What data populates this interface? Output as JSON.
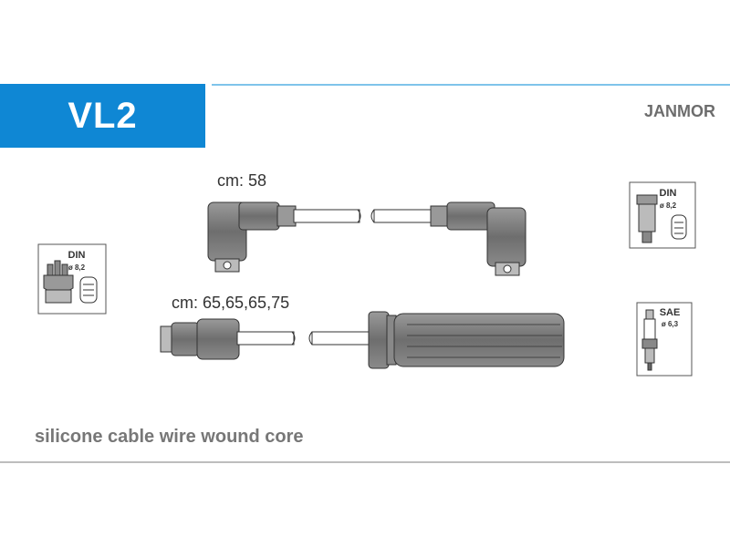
{
  "header": {
    "code": "VL2",
    "brand": "JANMOR"
  },
  "wires": {
    "top_length": "cm: 58",
    "bottom_length": "cm: 65,65,65,75"
  },
  "connectors": {
    "left_din": {
      "label": "DIN",
      "sub": "ø 8,2"
    },
    "right_din": {
      "label": "DIN",
      "sub": "ø 8,2"
    },
    "right_sae": {
      "label": "SAE",
      "sub": "ø 6,3"
    }
  },
  "footer": {
    "description": "silicone cable wire wound core"
  },
  "colors": {
    "accent": "#0f87d4",
    "rule": "#7fc4ea",
    "part_fill": "#7a7a7a"
  }
}
